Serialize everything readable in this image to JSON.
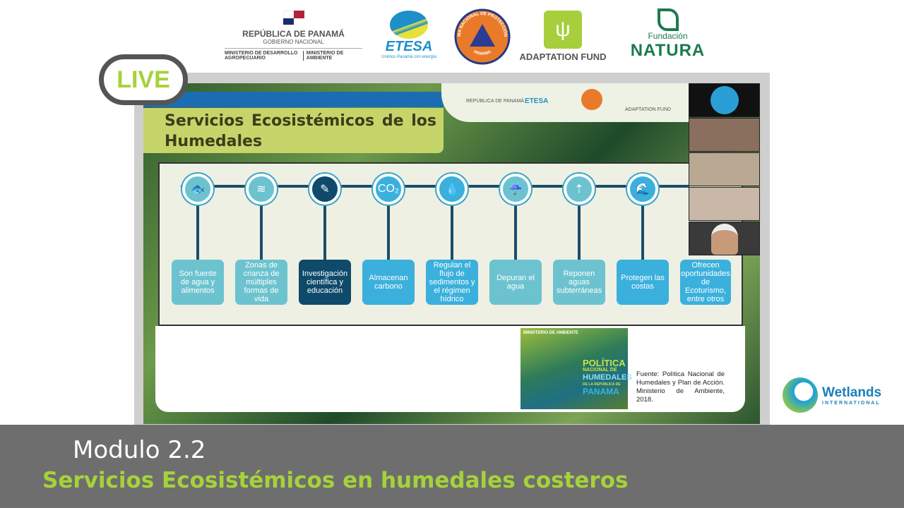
{
  "header_logos": {
    "panama": {
      "title": "REPÚBLICA DE PANAMÁ",
      "subtitle": "GOBIERNO NACIONAL",
      "ministry1": "MINISTERIO DE DESARROLLO AGROPECUARIO",
      "ministry2": "MINISTERIO DE AMBIENTE"
    },
    "etesa": {
      "name": "ETESA",
      "tagline": "Unimos Panamá con energía"
    },
    "sinaproc": {
      "name": "SISTEMA NACIONAL DE PROTECCIÓN CIVIL",
      "country": "PANAMA"
    },
    "adaptation_fund": "ADAPTATION FUND",
    "natura": {
      "small": "Fundación",
      "big": "NATURA"
    }
  },
  "live_badge": "LIVE",
  "slide": {
    "title": "Servicios Ecosistémicos de los Humedales",
    "strip_logos": [
      "REPÚBLICA DE PANAMÁ",
      "ETESA",
      "ADAPTATION FUND"
    ],
    "services": [
      {
        "label": "Son fuente de agua y alimentos",
        "icon": "fish-icon",
        "glyph": "🐟",
        "color": "#6cc3cf"
      },
      {
        "label": "Zonas de crianza de múltiples formas de vida",
        "icon": "waves-icon",
        "glyph": "≋",
        "color": "#6cc3cf"
      },
      {
        "label": "Investigación científica y educación",
        "icon": "research-icon",
        "glyph": "✎",
        "color": "#0f4a6b"
      },
      {
        "label": "Almacenan carbono",
        "icon": "co2-icon",
        "glyph": "CO₂",
        "color": "#3bb0dc"
      },
      {
        "label": "Regulan el flujo de sedimentos y el régimen hídrico",
        "icon": "water-drop-icon",
        "glyph": "💧",
        "color": "#3bb0dc"
      },
      {
        "label": "Depuran el agua",
        "icon": "drops-icon",
        "glyph": "☔",
        "color": "#6cc3cf"
      },
      {
        "label": "Reponen aguas subterráneas",
        "icon": "groundwater-icon",
        "glyph": "⇡",
        "color": "#6cc3cf"
      },
      {
        "label": "Protegen las costas",
        "icon": "coast-icon",
        "glyph": "🌊",
        "color": "#3bb0dc"
      },
      {
        "label": "Ofrecen oportunidades de Ecoturismo, entre otros",
        "icon": "ecotourism-icon",
        "glyph": "",
        "color": "#3bb0dc"
      }
    ],
    "cover": {
      "ministry": "MINISTERIO DE AMBIENTE",
      "line1": "POLÍTICA",
      "line2": "NACIONAL DE",
      "line3": "HUMEDALES",
      "line4": "DE LA REPÚBLICA DE",
      "line5": "PANAMA"
    },
    "source": "Fuente: Política Nacional de Humedales y Plan de Acción. Ministerio de Ambiente, 2018."
  },
  "participants": 5,
  "wetlands": {
    "name": "Wetlands",
    "sub": "INTERNATIONAL"
  },
  "footer": {
    "module": "Modulo 2.2",
    "title": "Servicios Ecosistémicos en humedales costeros"
  }
}
